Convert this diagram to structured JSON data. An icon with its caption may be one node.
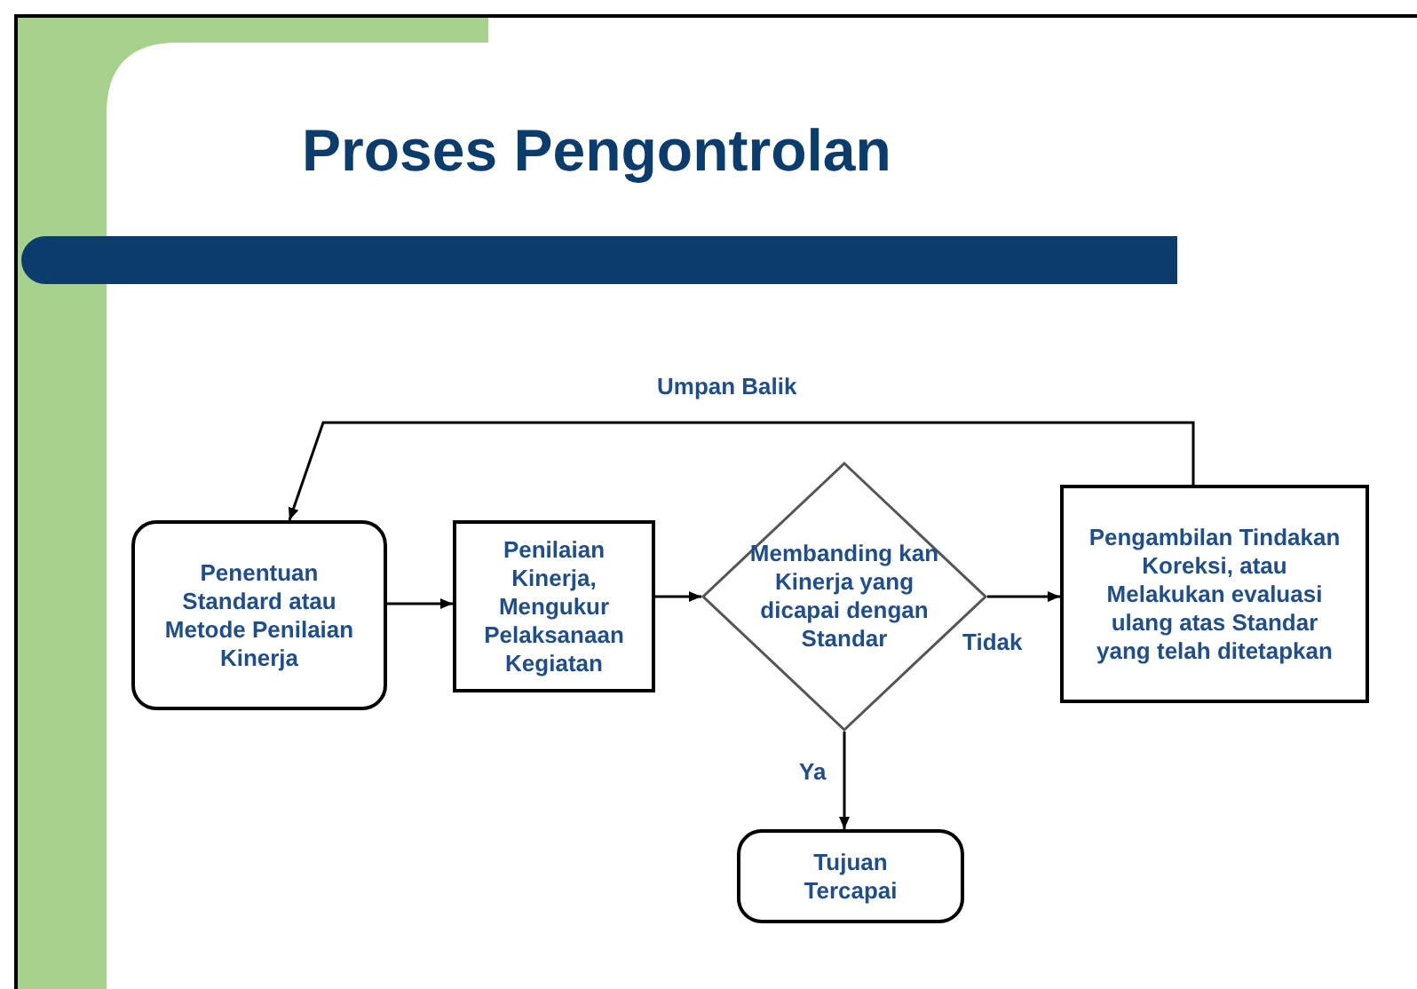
{
  "diagram": {
    "title": "Proses Pengontrolan",
    "nodes": [
      {
        "text": [
          "Penentuan Standard atau Metode Penilaian Kinerja"
        ]
      },
      {
        "text": [
          "Penilaian Kinerja, Mengukur Pelaksanaan Kegiatan"
        ]
      },
      {
        "text": [
          "Membanding kan Kinerja yang dicapai dengan Standar"
        ]
      },
      {
        "text": [
          "Pengambilan Tindakan Koreksi, atau Melakukan evaluasi ulang atas Standar yang telah ditetapkan"
        ]
      },
      {
        "text": [
          "Tujuan Tercapai"
        ]
      }
    ],
    "edges": [
      {
        "from": 0,
        "to": 1,
        "arrow": "to"
      },
      {
        "from": 1,
        "to": 2,
        "arrow": "to"
      },
      {
        "from": 2,
        "to": 3,
        "arrow": "to",
        "label": "Tidak"
      },
      {
        "from": 2,
        "to": 4,
        "arrow": "to",
        "label": "Ya"
      },
      {
        "from": 3,
        "to": 0,
        "arrow": "to",
        "label": "Umpan Balik"
      }
    ]
  }
}
